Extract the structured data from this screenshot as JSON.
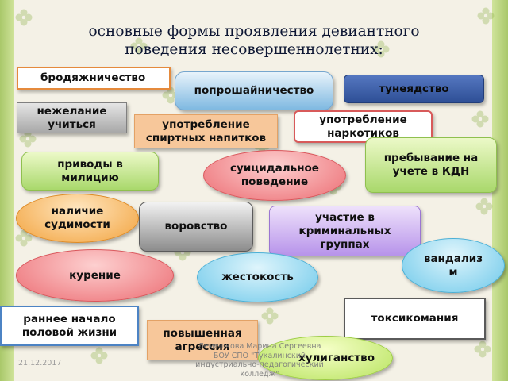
{
  "slide": {
    "title_line1": "основные формы проявления девиантного",
    "title_line2": "поведения несовершеннолетних:",
    "items": {
      "vagrancy": "бродяжничество",
      "begging": "попрошайничество",
      "idleness": "тунеядство",
      "unwilling_to_study": "нежелание учиться",
      "alcohol": "употребление спиртных напитков",
      "drugs": "употребление наркотиков",
      "police": "приводы в милицию",
      "suicidal": "суицидальное поведение",
      "kdn": "пребывание на учете в КДН",
      "convictions": "наличие судимости",
      "theft": "воровство",
      "criminal_groups": "участие в криминальных группах",
      "smoking": "курение",
      "cruelty": "жестокость",
      "vandalism": "вандализ м",
      "early_sex": "раннее начало половой жизни",
      "aggression": "повышенная агрессия",
      "substance_abuse": "токсикомания",
      "hooliganism": "хулиганство"
    },
    "footer": {
      "author_line1": "Лемешкова Марина Сергеевна",
      "author_line2": "БОУ СПО \"Тукалинский",
      "author_line3": "индустриально-педагогический",
      "author_line4": "колледж\"",
      "date": "21.12.2017"
    }
  },
  "colors": {
    "background": "#f4f1e6",
    "plank": "#b9d27b",
    "pattern": "#8fb34d"
  }
}
